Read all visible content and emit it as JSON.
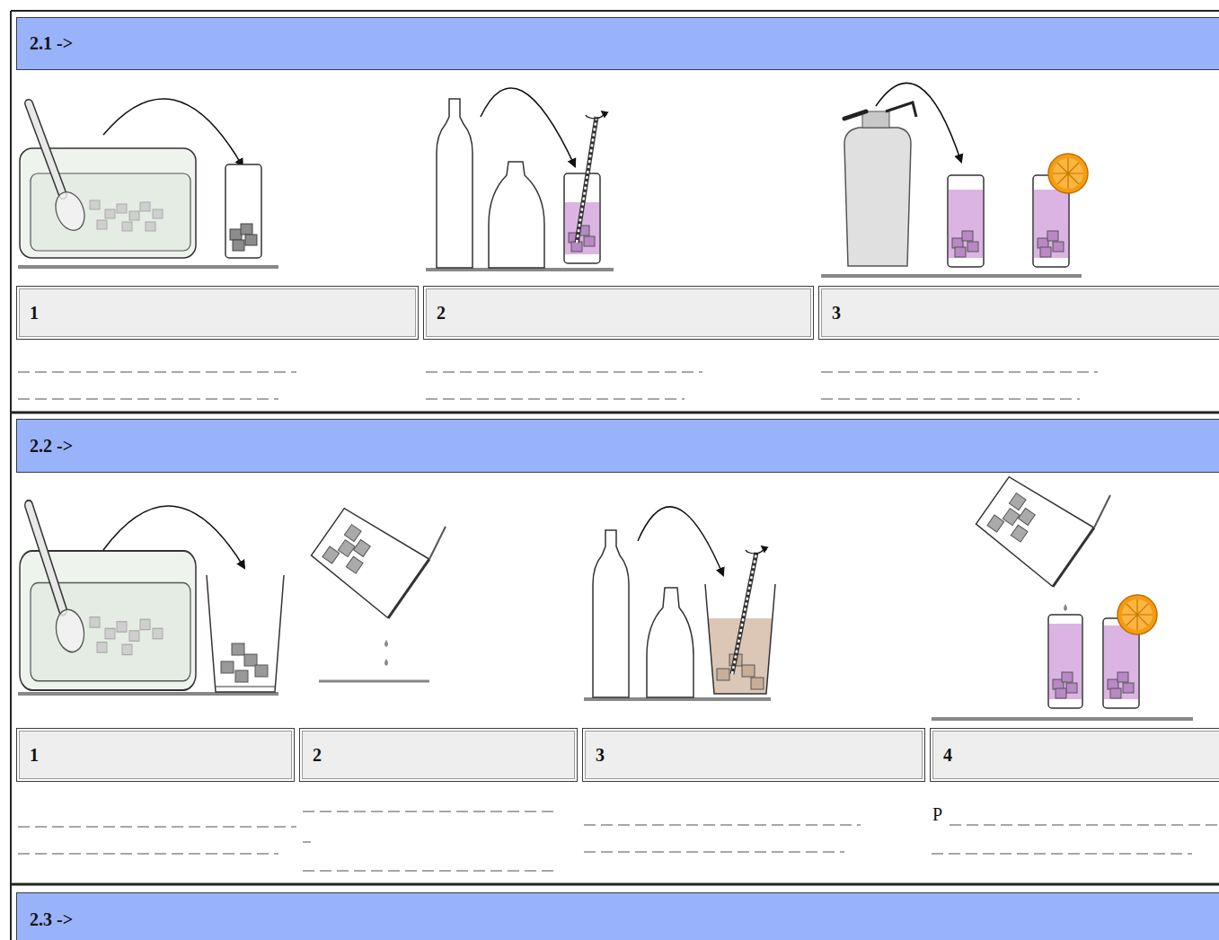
{
  "diagram": {
    "nodes": [
      {
        "text": [
          "2.1 ->"
        ]
      },
      {
        "text": [
          "1"
        ]
      },
      {
        "text": [
          "2"
        ]
      },
      {
        "text": [
          "3"
        ]
      },
      {
        "text": [
          "2.2 ->"
        ]
      },
      {
        "text": [
          "1"
        ]
      },
      {
        "text": [
          "2"
        ]
      },
      {
        "text": [
          "3"
        ]
      },
      {
        "text": [
          "4"
        ]
      },
      {
        "text": [
          "2.3 ->"
        ]
      }
    ],
    "labels": [
      "P"
    ]
  }
}
